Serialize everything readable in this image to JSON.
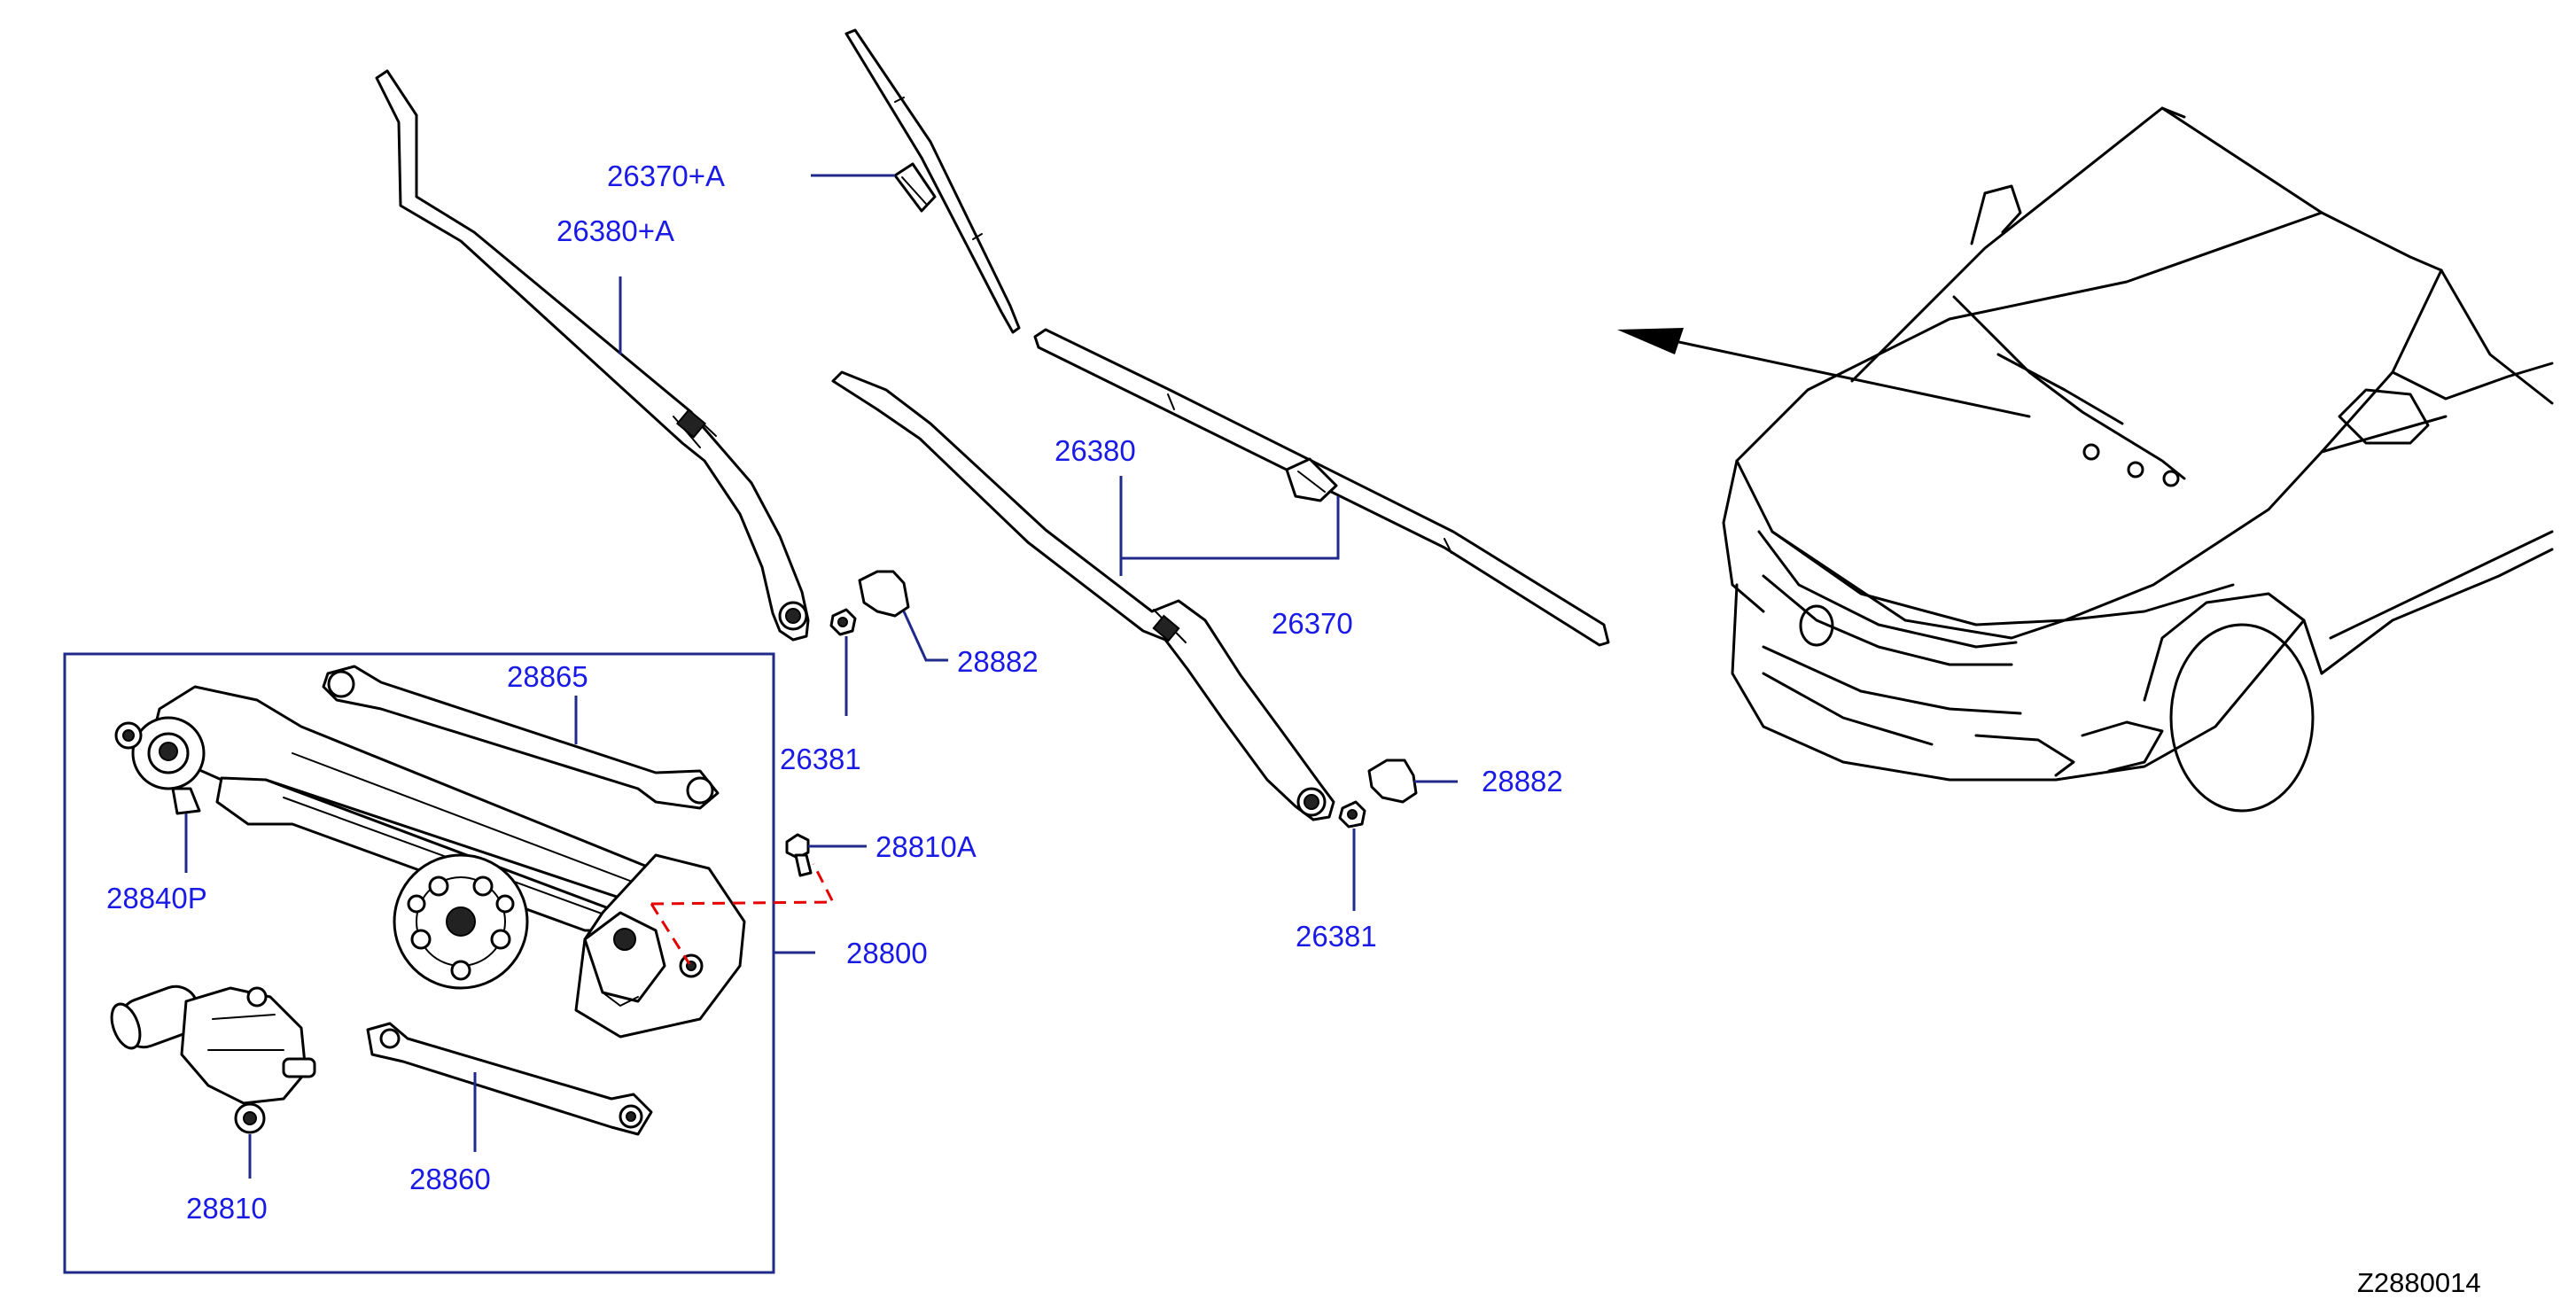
{
  "diagram": {
    "drawing_code": "Z2880014",
    "colors": {
      "label": "#1a1ae6",
      "leader": "#1f2a8a",
      "frame": "#1f2a8a",
      "dashed": "#e60000",
      "line": "#000000"
    },
    "labels": {
      "blade_insert_left": "26370+A",
      "arm_left": "26380+A",
      "arm_right": "26380",
      "blade_right": "26370",
      "nut_left": "26381",
      "nut_right": "26381",
      "cap_left": "28882",
      "cap_right": "28882",
      "link_upper": "28865",
      "pivot": "28840P",
      "bolt": "28810A",
      "linkage_assy": "28800",
      "motor": "28810",
      "link_lower": "28860"
    }
  }
}
